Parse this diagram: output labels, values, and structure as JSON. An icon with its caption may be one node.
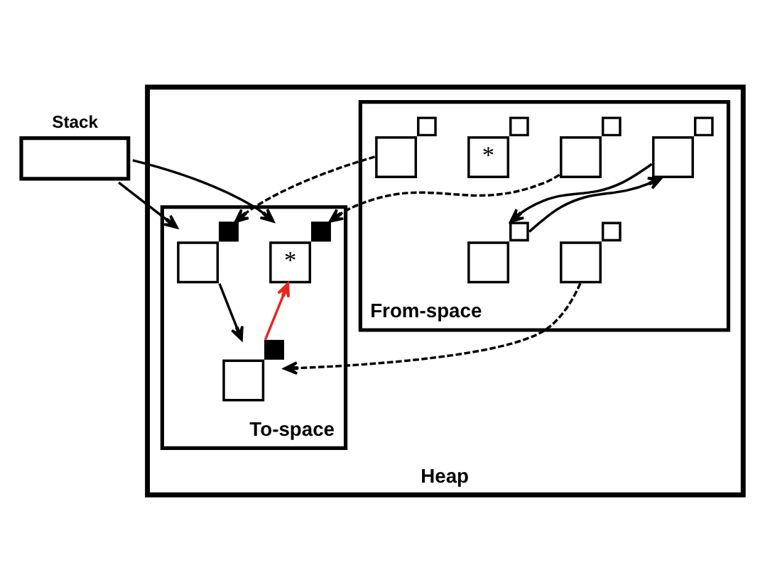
{
  "diagram": {
    "nodes": [
      {
        "text": [
          "Stack"
        ]
      },
      {
        "text": [
          "Heap"
        ]
      },
      {
        "text": [
          "From-space"
        ],
        "in": 1
      },
      {
        "text": [
          "To-space"
        ],
        "in": 1
      },
      {
        "text": [],
        "shape": "box",
        "in": 2
      },
      {
        "text": [],
        "shape": "box",
        "in": 2
      },
      {
        "text": [],
        "shape": "box",
        "in": 2
      },
      {
        "text": [
          "*"
        ],
        "in": 2
      },
      {
        "text": [],
        "shape": "box",
        "in": 2
      },
      {
        "text": [],
        "shape": "box",
        "in": 2
      },
      {
        "text": [
          "*"
        ],
        "in": 3
      },
      {
        "text": [],
        "shape": "box",
        "in": 3
      },
      {
        "text": [],
        "shape": "box",
        "in": 3
      }
    ],
    "edges": [
      {
        "from": 0,
        "to": 10,
        "arrow": "to"
      },
      {
        "from": 0,
        "to": 11,
        "arrow": "to"
      },
      {
        "from": 5,
        "to": 10,
        "arrow": "to",
        "style": "dashed"
      },
      {
        "from": 4,
        "to": 11,
        "arrow": "to",
        "style": "dashed"
      },
      {
        "from": 6,
        "to": 12,
        "arrow": "to",
        "style": "dashed"
      },
      {
        "from": 11,
        "to": 12,
        "arrow": "to"
      },
      {
        "from": 12,
        "to": 10,
        "arrow": "to",
        "color": "#e8261c"
      },
      {
        "from": 8,
        "to": 9,
        "arrow": "to"
      },
      {
        "from": 9,
        "to": 8,
        "arrow": "to"
      }
    ]
  }
}
